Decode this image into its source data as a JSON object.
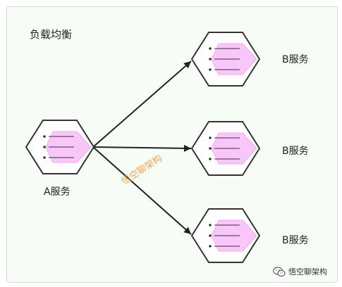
{
  "title": "负载均衡",
  "service_a": {
    "label": "A服务"
  },
  "service_b": [
    {
      "label": "B服务"
    },
    {
      "label": "B服务"
    },
    {
      "label": "B服务"
    }
  ],
  "watermark": "悟空聊架构",
  "brand": {
    "text": "悟空聊架构",
    "icon": "wechat-icon"
  },
  "colors": {
    "background": "#f7fcf7",
    "hexagon_fill": "#ffffff",
    "hexagon_stroke": "#333333",
    "inner_fill": "#f8c6f8",
    "arrow": "#222222",
    "watermark": "#f19a3e"
  }
}
